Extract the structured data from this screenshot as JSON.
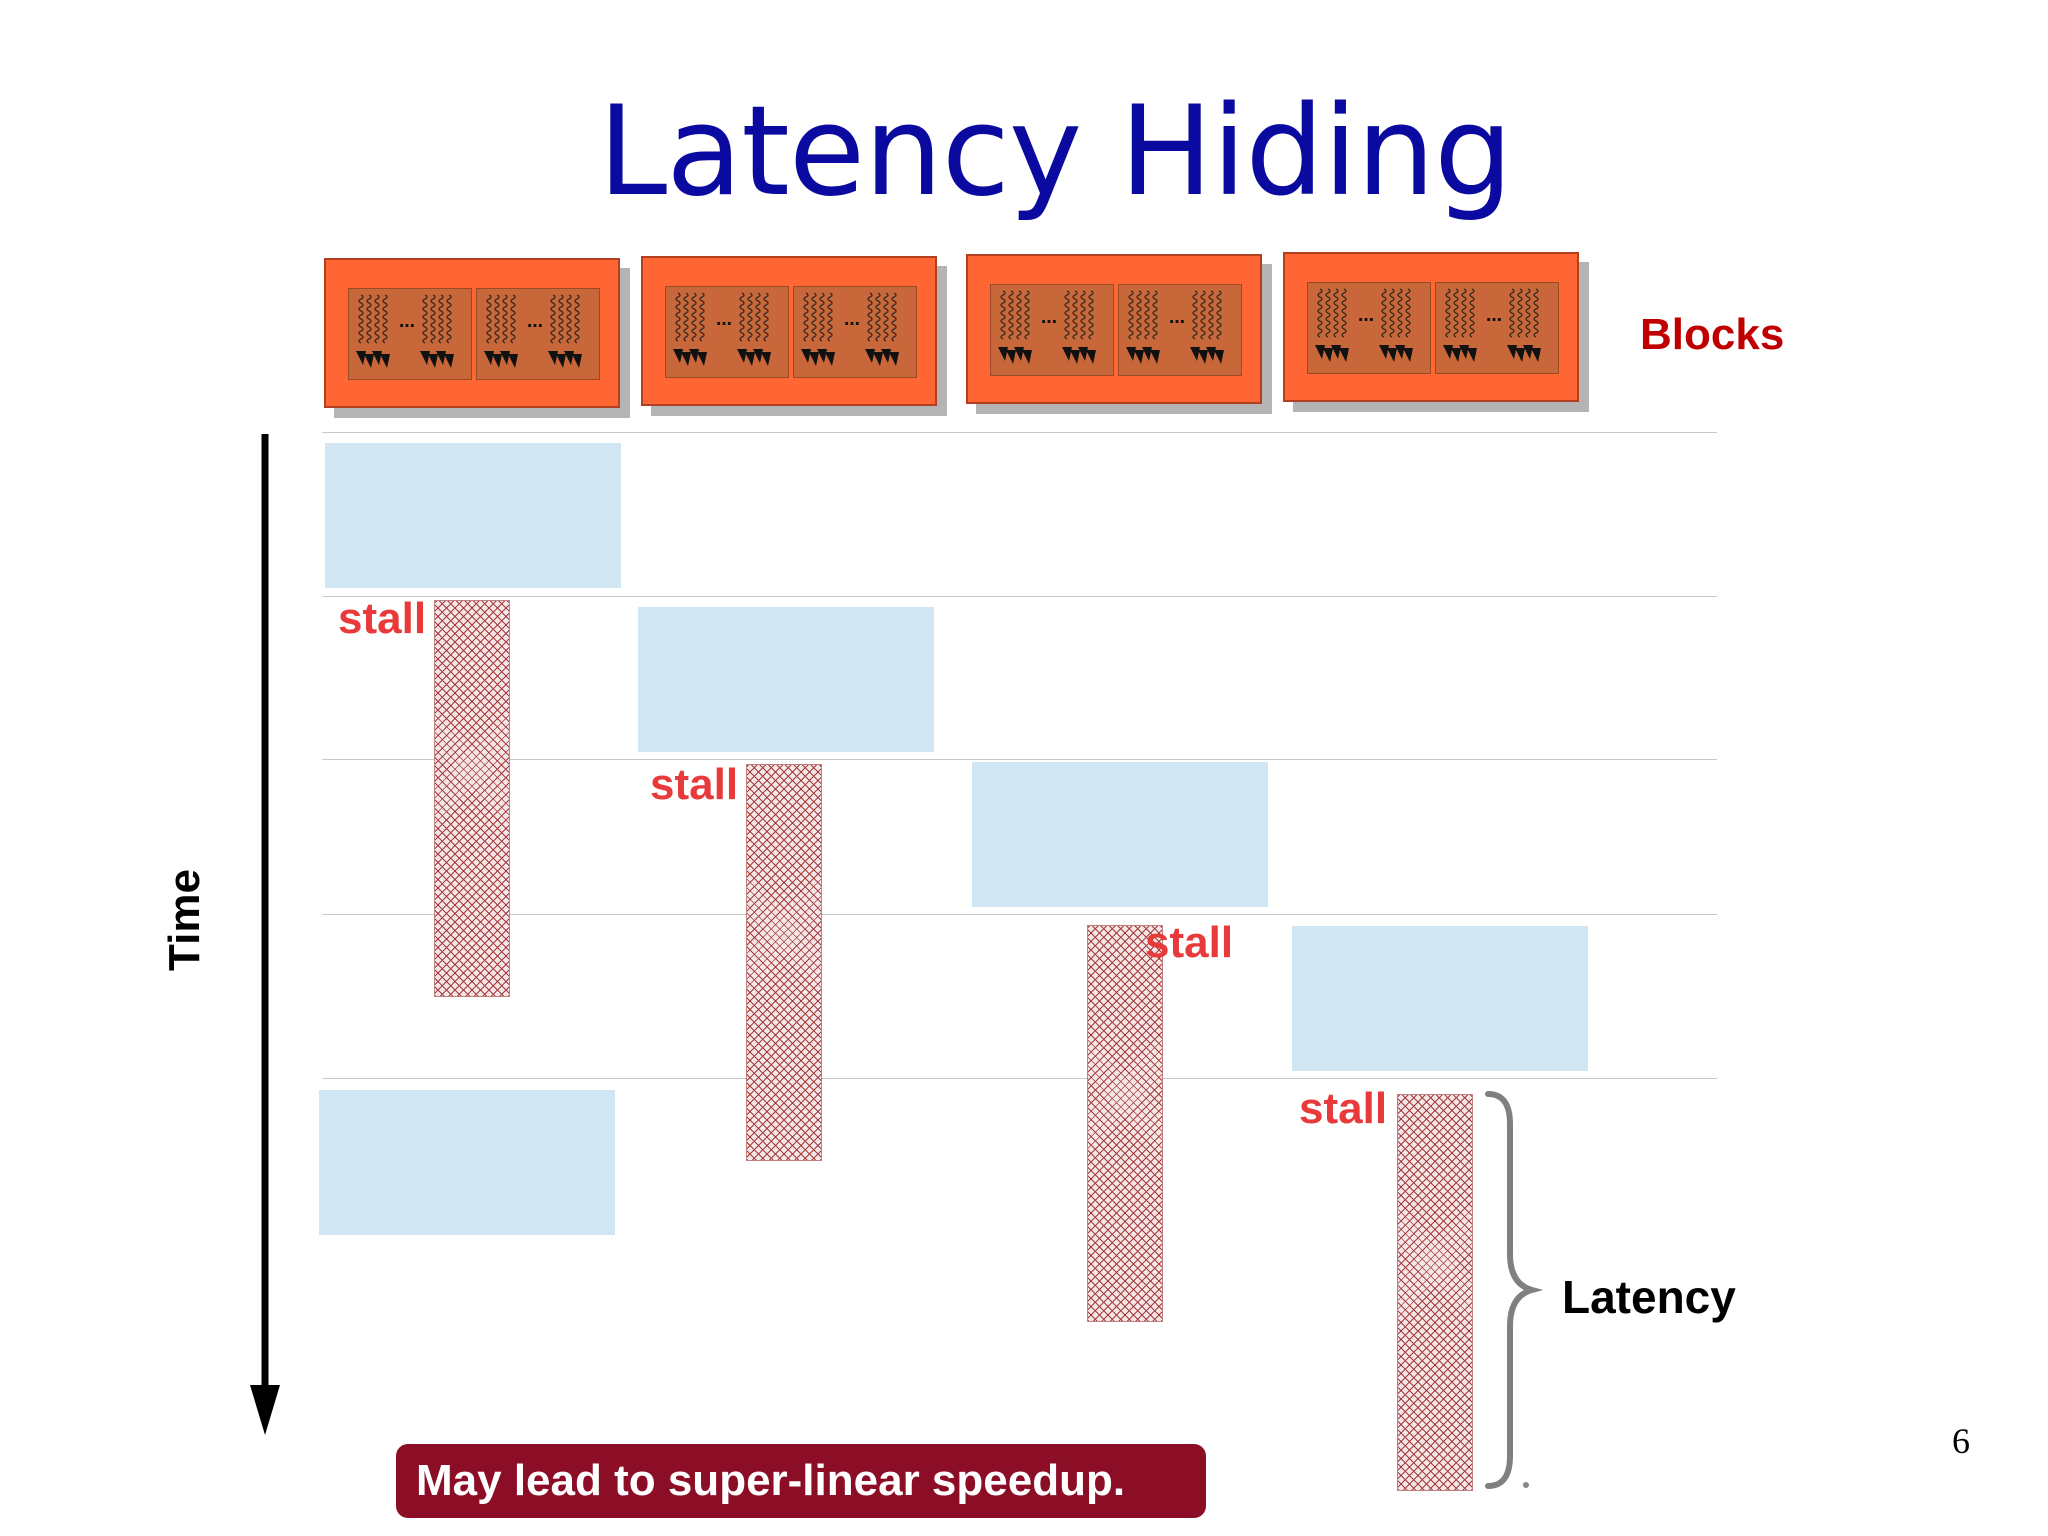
{
  "slide": {
    "title": "Latency Hiding",
    "blocks_label": "Blocks",
    "time_label": "Time",
    "latency_label": "Latency",
    "stall_label": "stall",
    "callout": "May lead to super-linear speedup.",
    "page_number": "6"
  },
  "colors": {
    "title": "#0a0aa0",
    "block_fill": "#ff6633",
    "execution_fill": "#d1e6f3",
    "stall_text": "#e83a3a",
    "stall_hatch": "#a43a3a",
    "callout_fill": "#8b0d26",
    "blocks_label": "#c00000"
  },
  "icons": {
    "warp_threads": "wavy-thread-lines-icon",
    "thread_arrows": "arrowhead-icon"
  },
  "stalls": [
    {
      "block": 1,
      "label": "stall"
    },
    {
      "block": 2,
      "label": "stall"
    },
    {
      "block": 3,
      "label": "stall"
    },
    {
      "block": 4,
      "label": "stall"
    }
  ]
}
